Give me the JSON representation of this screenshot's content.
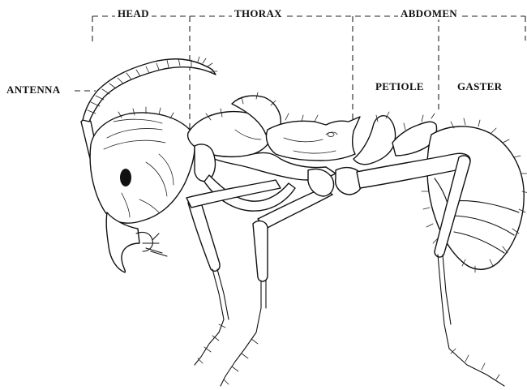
{
  "labels": {
    "head": "HEAD",
    "thorax": "THORAX",
    "abdomen": "ABDOMEN",
    "antenna": "ANTENNA",
    "petiole": "PETIOLE",
    "gaster": "GASTER"
  },
  "colors": {
    "ink": "#111111",
    "paper": "#ffffff"
  }
}
